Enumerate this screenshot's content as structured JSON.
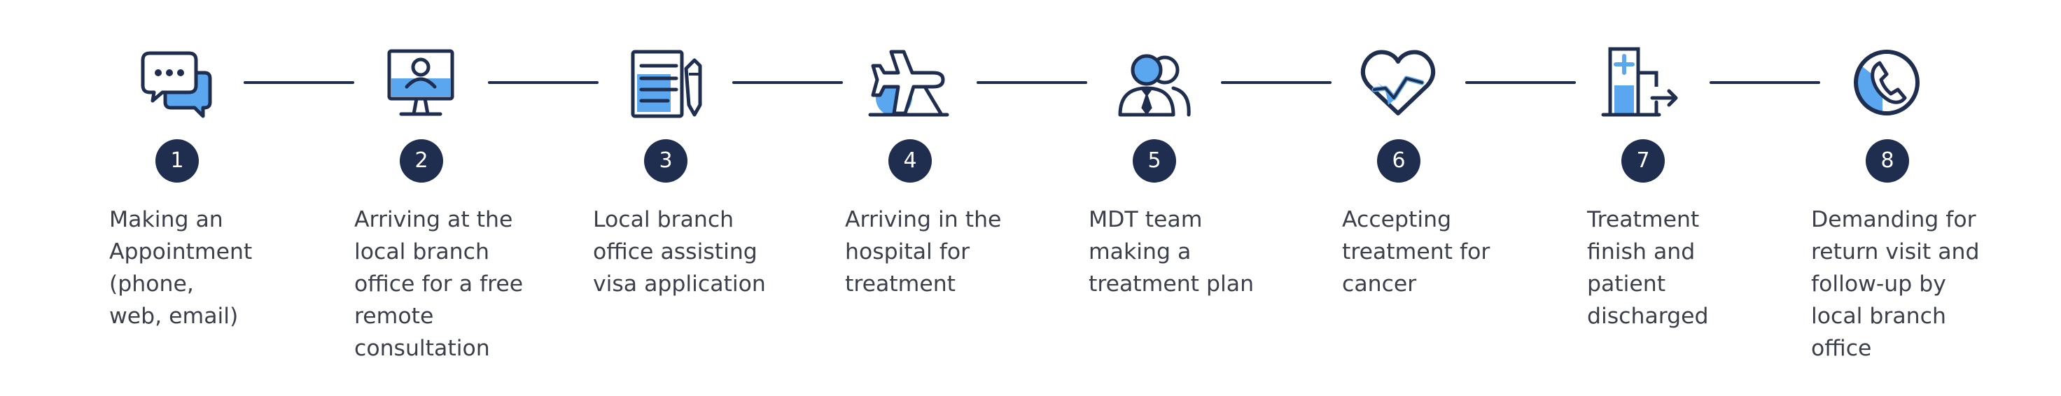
{
  "colors": {
    "navy": "#1f2d4f",
    "accent": "#5aa7f0",
    "text": "#3b3f4a",
    "background": "#ffffff"
  },
  "steps": [
    {
      "number": "1",
      "icon": "chat-bubbles-icon",
      "label": "Making an\nAppointment\n(phone,\nweb, email)"
    },
    {
      "number": "2",
      "icon": "monitor-user-icon",
      "label": "Arriving at the\nlocal branch\noffice for a free\nremote\nconsultation"
    },
    {
      "number": "3",
      "icon": "document-pen-icon",
      "label": "Local branch\noffice assisting\nvisa application"
    },
    {
      "number": "4",
      "icon": "airplane-icon",
      "label": "Arriving in the\nhospital for\ntreatment"
    },
    {
      "number": "5",
      "icon": "team-icon",
      "label": "MDT team\nmaking a\ntreatment plan"
    },
    {
      "number": "6",
      "icon": "heart-pulse-icon",
      "label": "Accepting\ntreatment for\ncancer"
    },
    {
      "number": "7",
      "icon": "hospital-exit-icon",
      "label": "Treatment\nfinish and\npatient\ndischarged"
    },
    {
      "number": "8",
      "icon": "phone-call-icon",
      "label": "Demanding for\nreturn visit and\nfollow-up by\nlocal branch\noffice"
    }
  ]
}
